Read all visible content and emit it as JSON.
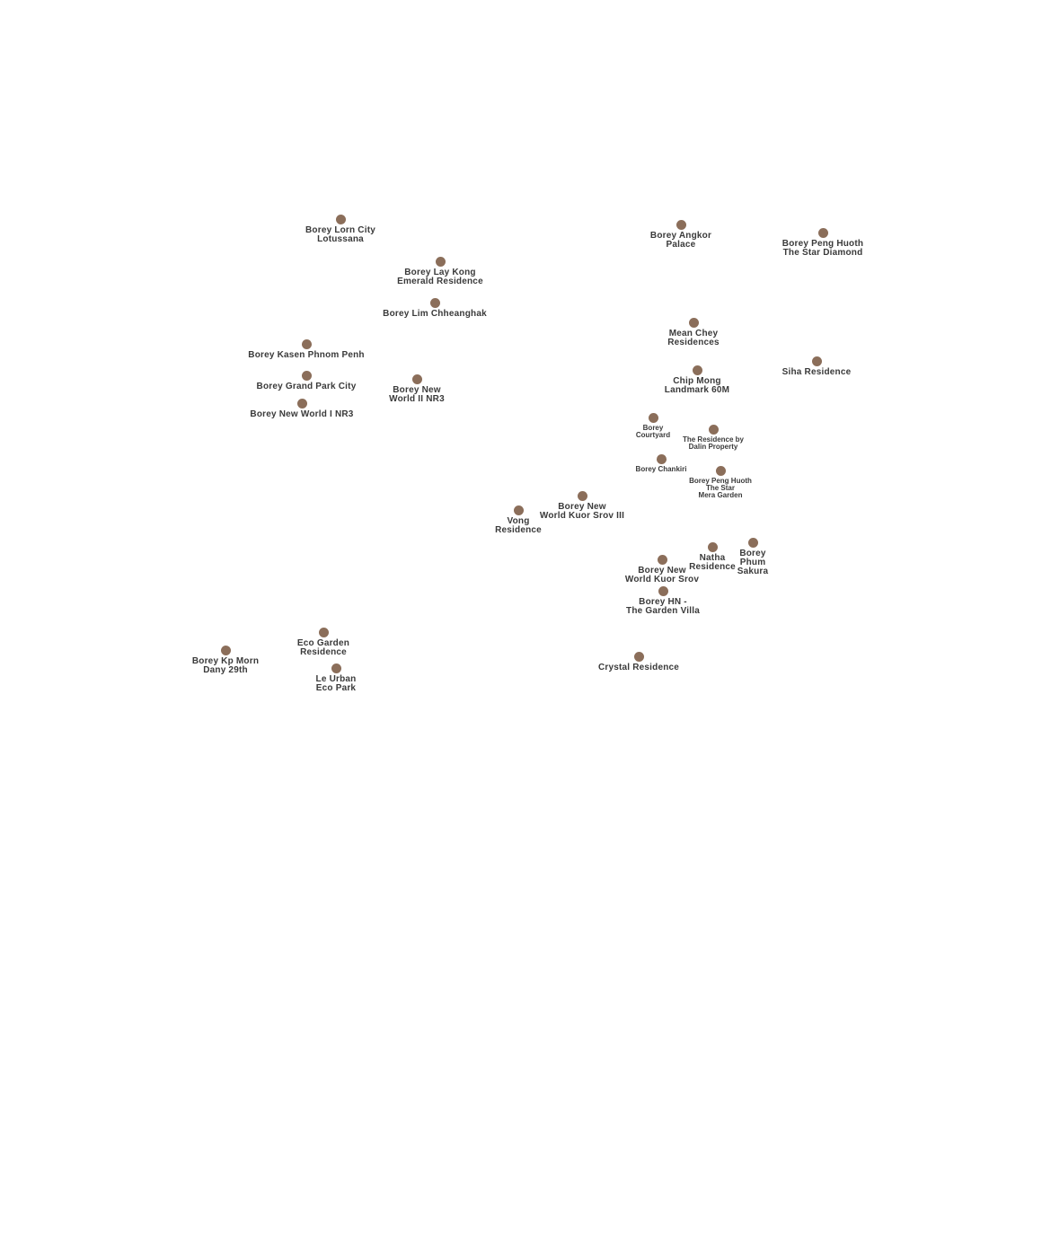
{
  "colors": {
    "marker": "#8b6e5a",
    "label": "#3a3a3a",
    "background": "#ffffff"
  },
  "places": [
    {
      "id": "borey-lorn-city-lotussana",
      "lines": [
        "Borey Lorn City",
        "Lotussana"
      ]
    },
    {
      "id": "borey-angkor-palace",
      "lines": [
        "Borey Angkor",
        "Palace"
      ]
    },
    {
      "id": "borey-peng-huoth-the-star-diamond",
      "lines": [
        "Borey Peng Huoth",
        "The Star Diamond"
      ]
    },
    {
      "id": "borey-lay-kong-emerald-residence",
      "lines": [
        "Borey Lay Kong",
        "Emerald Residence"
      ]
    },
    {
      "id": "borey-lim-chheanghak",
      "lines": [
        "Borey Lim Chheanghak"
      ]
    },
    {
      "id": "mean-chey-residences",
      "lines": [
        "Mean Chey",
        "Residences"
      ]
    },
    {
      "id": "borey-kasen-phnom-penh",
      "lines": [
        "Borey Kasen Phnom Penh"
      ]
    },
    {
      "id": "siha-residence",
      "lines": [
        "Siha Residence"
      ]
    },
    {
      "id": "chip-mong-landmark-60m",
      "lines": [
        "Chip Mong",
        "Landmark 60M"
      ]
    },
    {
      "id": "borey-grand-park-city",
      "lines": [
        "Borey Grand Park City"
      ]
    },
    {
      "id": "borey-new-world-ii-nr3",
      "lines": [
        "Borey New",
        "World II NR3"
      ]
    },
    {
      "id": "borey-new-world-i-nr3",
      "lines": [
        "Borey New World I NR3"
      ]
    },
    {
      "id": "borey-courtyard",
      "lines": [
        "Borey",
        "Courtyard"
      ],
      "small": true
    },
    {
      "id": "the-residence-by-dalin-property",
      "lines": [
        "The Residence by",
        "Dalin Property"
      ],
      "small": true
    },
    {
      "id": "borey-chankiri",
      "lines": [
        "Borey Chankiri"
      ],
      "small": true
    },
    {
      "id": "borey-peng-huoth-the-star-mera-garden",
      "lines": [
        "Borey Peng Huoth",
        "The Star",
        "Mera Garden"
      ],
      "small": true
    },
    {
      "id": "borey-new-world-kuor-srov-iii",
      "lines": [
        "Borey New",
        "World Kuor Srov III"
      ]
    },
    {
      "id": "vong-residence",
      "lines": [
        "Vong",
        "Residence"
      ]
    },
    {
      "id": "borey-phum-sakura",
      "lines": [
        "Borey",
        "Phum",
        "Sakura"
      ]
    },
    {
      "id": "natha-residence",
      "lines": [
        "Natha",
        "Residence"
      ]
    },
    {
      "id": "borey-new-world-kuor-srov",
      "lines": [
        "Borey New",
        "World Kuor Srov"
      ]
    },
    {
      "id": "borey-hn-the-garden-villa",
      "lines": [
        "Borey HN -",
        "The Garden Villa"
      ]
    },
    {
      "id": "eco-garden-residence",
      "lines": [
        "Eco Garden",
        "Residence"
      ]
    },
    {
      "id": "borey-kp-morn-dany-29th",
      "lines": [
        "Borey Kp Morn",
        "Dany 29th"
      ]
    },
    {
      "id": "crystal-residence",
      "lines": [
        "Crystal Residence"
      ]
    },
    {
      "id": "le-urban-eco-park",
      "lines": [
        "Le Urban",
        "Eco Park"
      ]
    }
  ]
}
